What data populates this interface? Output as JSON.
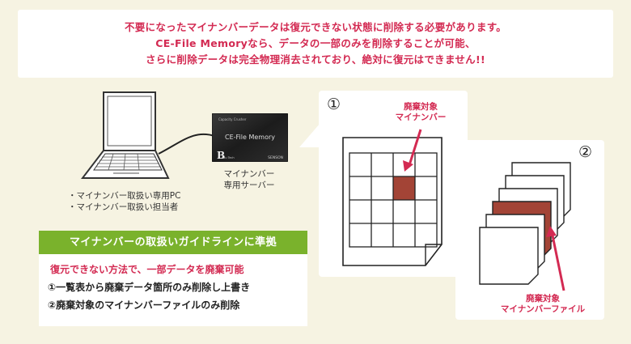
{
  "banner": {
    "line1": "不要になったマイナンバーデータは復元できない状態に削除する必要があります。",
    "line2": "CE-File Memoryなら、データの一部のみを削除することが可能、",
    "line3": "さらに削除データは完全物理消去されており、絶対に復元はできません!!"
  },
  "server": {
    "small_text": "Capacity Crusher",
    "name": "CE-File Memory",
    "logo_letter": "B",
    "logo_text": "Bu Tech",
    "brand": "SENSON",
    "label_line1": "マイナンバー",
    "label_line2": "専用サーバー"
  },
  "pc": {
    "label_line1": "・マイナンバー取扱い専用PC",
    "label_line2": "・マイナンバー取扱い担当者"
  },
  "guideline": {
    "title": "マイナンバーの取扱いガイドラインに準拠",
    "subtitle": "復元できない方法で、一部データを廃棄可能",
    "item1": "①一覧表から廃棄データ箇所のみ削除し上書き",
    "item2": "②廃棄対象のマイナンバーファイルのみ削除"
  },
  "panel1": {
    "number": "①",
    "label_line1": "廃棄対象",
    "label_line2": "マイナンバー"
  },
  "panel2": {
    "number": "②",
    "label_line1": "廃棄対象",
    "label_line2": "マイナンバーファイル"
  },
  "colors": {
    "accent_red": "#d32a52",
    "highlight_cell": "#a34436",
    "guide_green": "#7ab22c",
    "background": "#f6f3e2"
  }
}
